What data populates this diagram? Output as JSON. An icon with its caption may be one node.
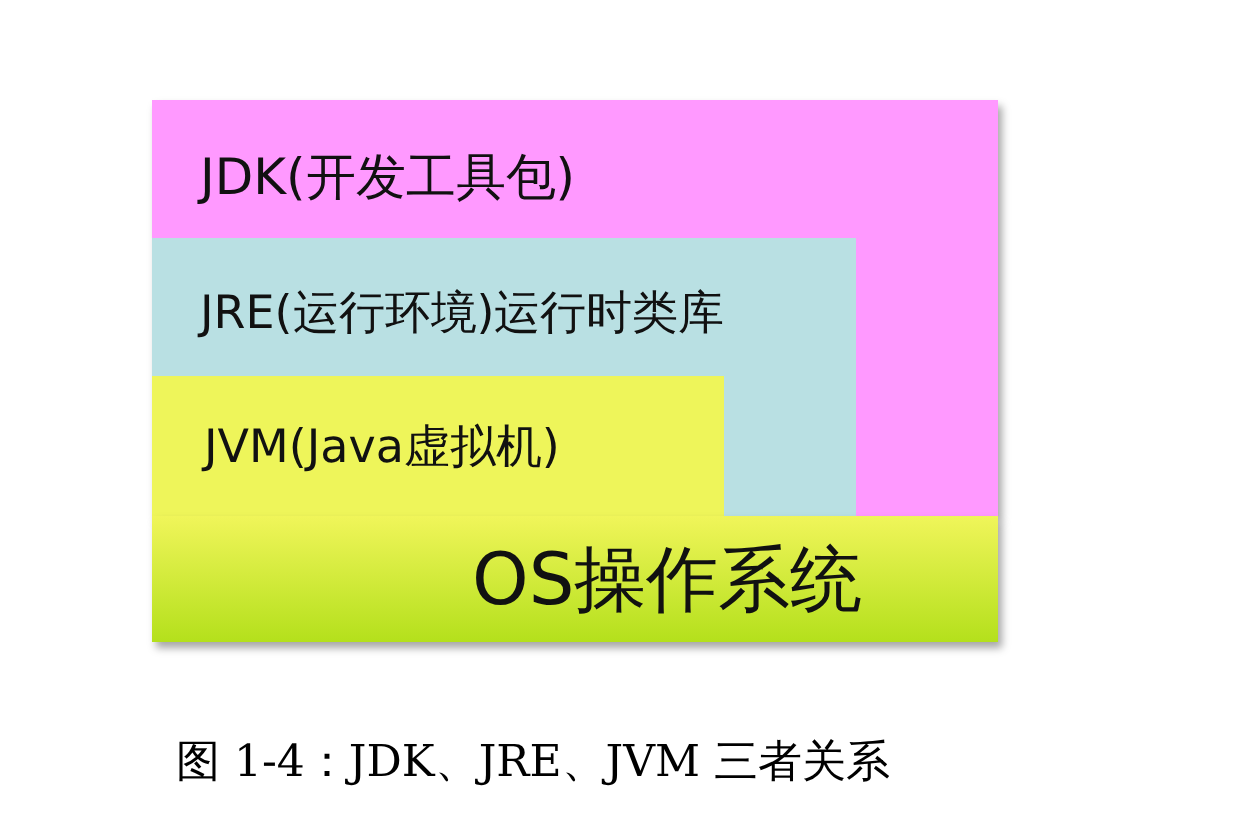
{
  "diagram": {
    "caption": "图 1-4：JDK、JRE、JVM 三者关系",
    "nodes": [
      {
        "text": [
          "JDK(开发工具包)"
        ]
      },
      {
        "text": [
          "JRE(运行环境)运行时类库"
        ],
        "in": 0
      },
      {
        "text": [
          "JVM(Java虚拟机)"
        ],
        "in": 1
      },
      {
        "text": [
          "OS操作系统"
        ]
      }
    ]
  }
}
